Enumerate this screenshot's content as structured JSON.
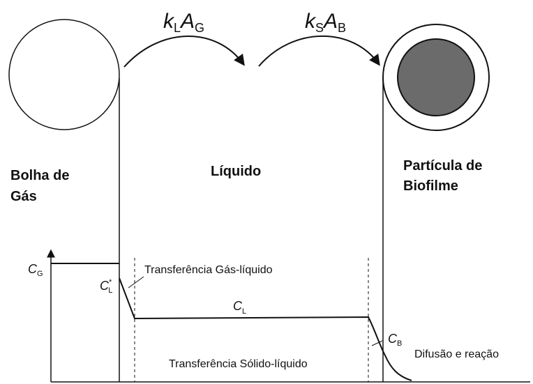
{
  "coefficients": {
    "gas_liquid": {
      "base": "k",
      "sub1": "L",
      "mid": "A",
      "sub2": "G"
    },
    "solid_liquid": {
      "base": "k",
      "sub1": "S",
      "mid": "A",
      "sub2": "B"
    }
  },
  "phases": {
    "gas_bubble": {
      "line1": "Bolha de",
      "line2": "Gás"
    },
    "liquid": {
      "line1": "Líquido"
    },
    "biofilm_particle": {
      "line1": "Partícula de",
      "line2": "Biofilme"
    }
  },
  "concentrations": {
    "c_gas": {
      "base": "C",
      "sub": "G"
    },
    "c_liquid_interface": {
      "base": "C",
      "sub": "L",
      "sup": "*"
    },
    "c_liquid": {
      "base": "C",
      "sub": "L"
    },
    "c_biofilm": {
      "base": "C",
      "sub": "B"
    }
  },
  "annotations": {
    "gas_liquid_transfer": "Transferência Gás-líquido",
    "solid_liquid_transfer": "Transferência Sólido-líquido",
    "diffusion_reaction": "Difusão e reação"
  },
  "colors": {
    "ink": "#111111",
    "biofilm_core": "#6b6b6b"
  }
}
